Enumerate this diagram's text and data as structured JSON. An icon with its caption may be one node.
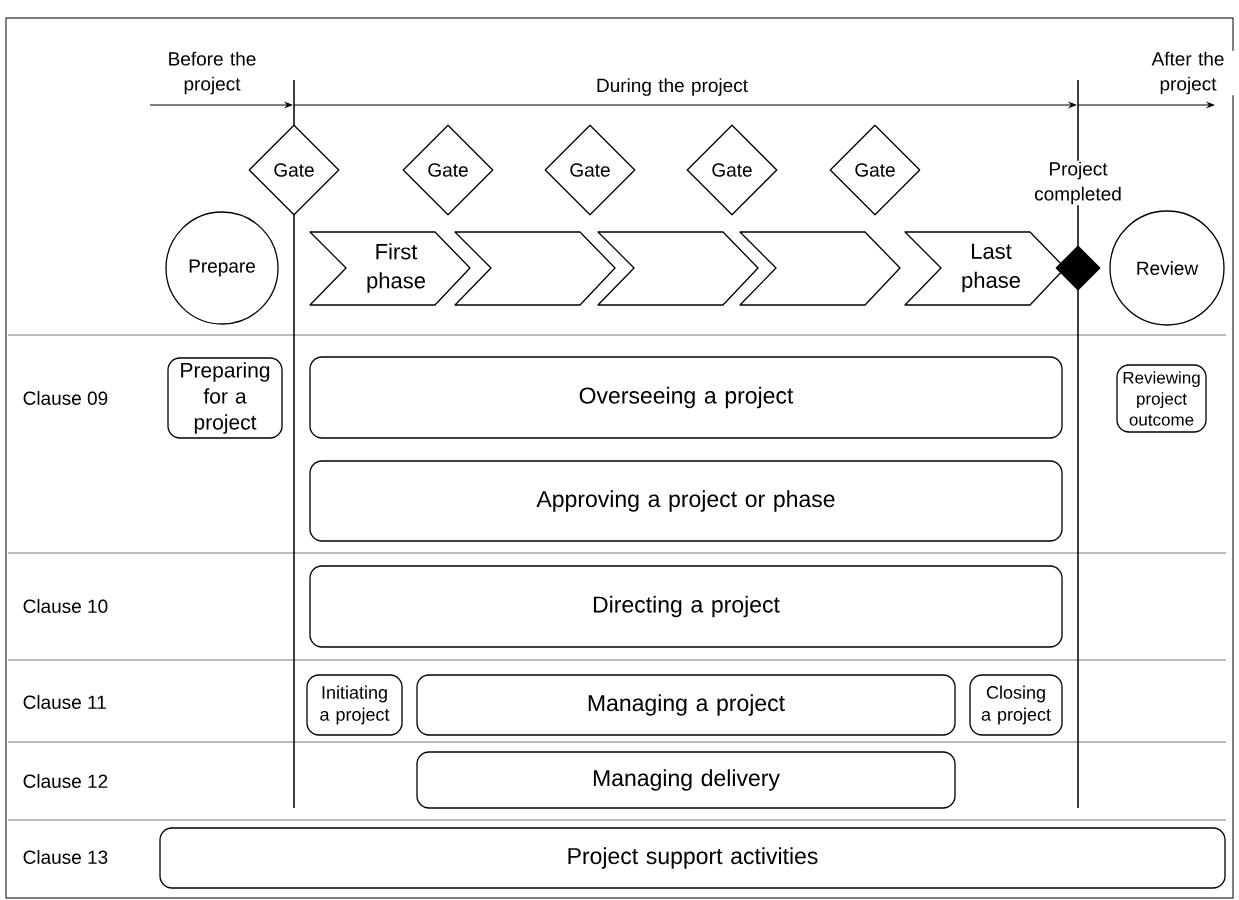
{
  "diagram": {
    "nodes": [
      {
        "text": [
          "Gate"
        ]
      },
      {
        "text": [
          "Gate"
        ]
      },
      {
        "text": [
          "Gate"
        ]
      },
      {
        "text": [
          "Gate"
        ]
      },
      {
        "text": [
          "Gate"
        ]
      },
      {
        "text": [
          "Prepare"
        ]
      },
      {
        "text": [
          "First phase"
        ]
      },
      {
        "text": [],
        "shape": "chevron"
      },
      {
        "text": [],
        "shape": "chevron"
      },
      {
        "text": [],
        "shape": "chevron"
      },
      {
        "text": [
          "Last phase"
        ]
      },
      {
        "text": [],
        "shape": "diamond"
      },
      {
        "text": [
          "Review"
        ]
      },
      {
        "text": [
          "Preparing for a project"
        ]
      },
      {
        "text": [
          "Overseeing a project"
        ]
      },
      {
        "text": [
          "Reviewing project outcome"
        ]
      },
      {
        "text": [
          "Approving a project or phase"
        ]
      },
      {
        "text": [
          "Directing a project"
        ]
      },
      {
        "text": [
          "Initiating a project"
        ]
      },
      {
        "text": [
          "Managing a project"
        ]
      },
      {
        "text": [
          "Closing a project"
        ]
      },
      {
        "text": [
          "Managing delivery"
        ]
      },
      {
        "text": [
          "Project support activities"
        ]
      }
    ],
    "edges": [],
    "labels": [
      "Before the project",
      "During the project",
      "After the project",
      "Project completed",
      "Clause 09",
      "Clause 10",
      "Clause 11",
      "Clause 12",
      "Clause 13"
    ]
  }
}
